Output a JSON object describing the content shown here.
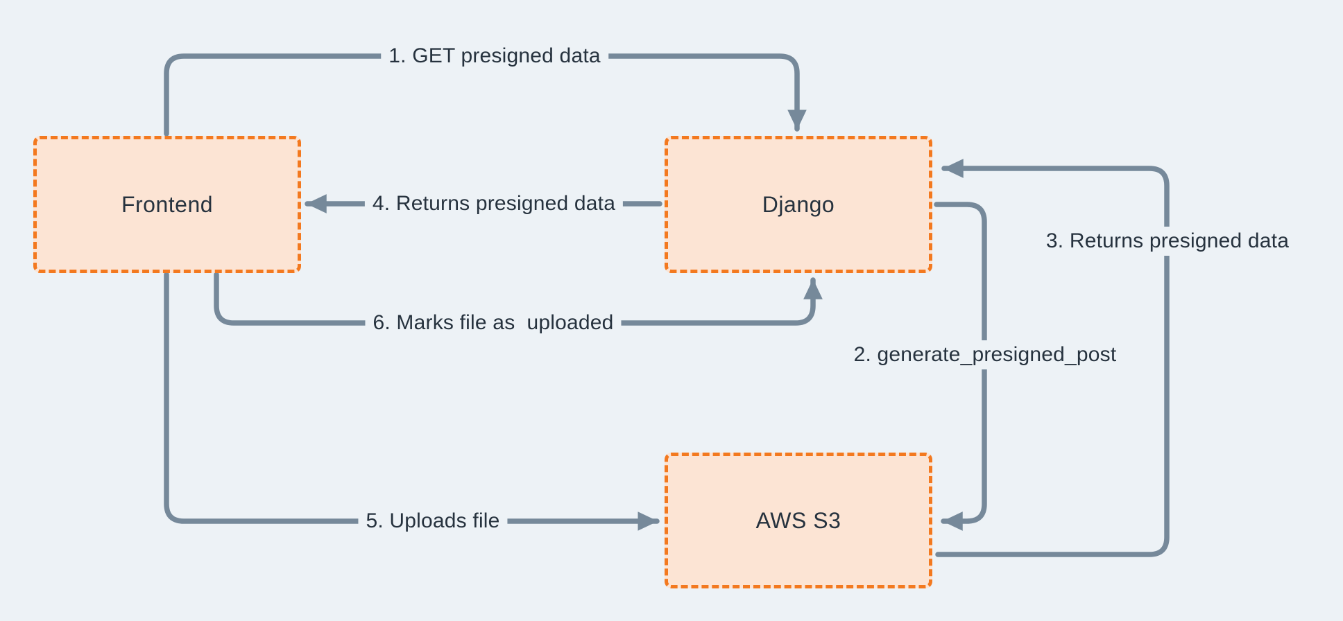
{
  "diagram": {
    "colors": {
      "background": "#edf2f6",
      "node_fill": "#fce4d4",
      "node_border": "#f3791f",
      "arrow": "#76899a",
      "text": "#26323e"
    },
    "nodes": [
      {
        "id": "frontend",
        "label": "Frontend"
      },
      {
        "id": "django",
        "label": "Django"
      },
      {
        "id": "aws_s3",
        "label": "AWS S3"
      }
    ],
    "edges": [
      {
        "step": "1",
        "label": "1. GET presigned data",
        "from": "Frontend",
        "to": "Django"
      },
      {
        "step": "2",
        "label": "2. generate_presigned_post",
        "from": "Django",
        "to": "AWS S3"
      },
      {
        "step": "3",
        "label": "3. Returns presigned data",
        "from": "AWS S3",
        "to": "Django"
      },
      {
        "step": "4",
        "label": "4. Returns presigned data",
        "from": "Django",
        "to": "Frontend"
      },
      {
        "step": "5",
        "label": "5. Uploads file",
        "from": "Frontend",
        "to": "AWS S3"
      },
      {
        "step": "6",
        "label": "6. Marks file as  uploaded",
        "from": "Frontend",
        "to": "Django"
      }
    ]
  }
}
